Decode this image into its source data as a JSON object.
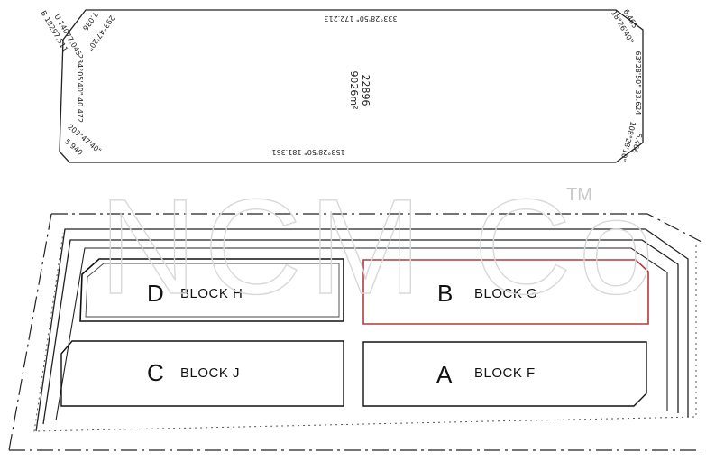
{
  "parcel": {
    "lot_number": "22896",
    "area": "9026m²",
    "bearings": {
      "top": "333°28'50\"  172.213",
      "bottom": "153°28'50\"  181.351",
      "right": "63°28'50\"  33.624",
      "left": "234°05'40\"  40.472",
      "top_right_corner": "18°26'40\"",
      "top_right_corner_length": "6.465",
      "bottom_right_corner": "108°28'10\"",
      "bottom_right_corner_length": "6.466",
      "top_left_corner": "293°47'20\"",
      "top_left_corner_length": "7.036",
      "bottom_left_corner": "203°47'40\"",
      "bottom_left_corner_length": "5.940",
      "left_outside_upper": "U 14077.045",
      "left_outside_lower": "B 18297.511"
    }
  },
  "blocks": {
    "d": {
      "letter": "D",
      "label": "BLOCK H"
    },
    "b": {
      "letter": "B",
      "label": "BLOCK G",
      "highlight": "#b33a3a"
    },
    "c": {
      "letter": "C",
      "label": "BLOCK J"
    },
    "a": {
      "letter": "A",
      "label": "BLOCK F"
    }
  },
  "watermark": {
    "text": "NCM Co",
    "mark": "TM"
  }
}
